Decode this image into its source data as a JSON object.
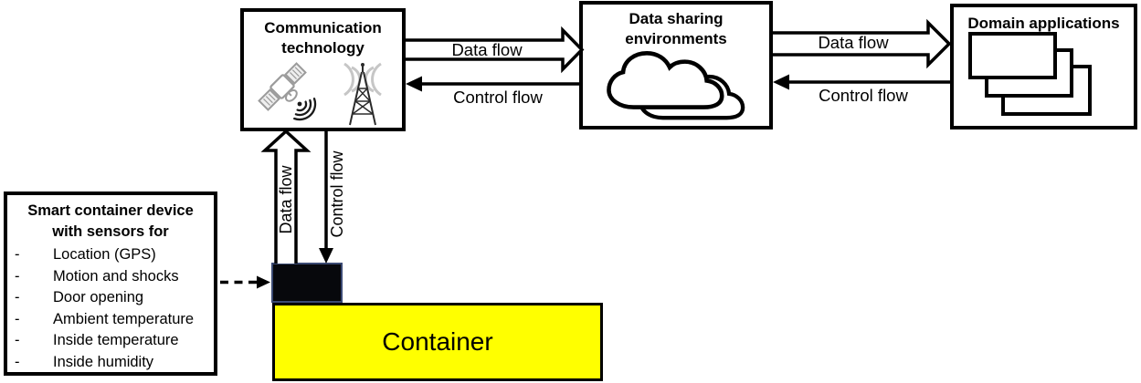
{
  "diagram": {
    "communication": {
      "title": "Communication technology"
    },
    "data_sharing": {
      "title": "Data sharing environments"
    },
    "domain_applications": {
      "title": "Domain applications"
    },
    "smart_device": {
      "title": "Smart container device with sensors for",
      "bullet": "-",
      "sensors": [
        "Location (GPS)",
        "Motion and shocks",
        "Door opening",
        "Ambient temperature",
        "Inside temperature",
        "Inside humidity"
      ]
    },
    "container": {
      "label": "Container"
    },
    "labels": {
      "data_flow": "Data flow",
      "control_flow": "Control flow"
    },
    "icons": {
      "communication": [
        "satellite-icon",
        "signal-waves-icon",
        "radio-tower-icon"
      ],
      "data_sharing": [
        "cloud-icon"
      ],
      "domain_applications": [
        "windows-stack-icon"
      ]
    },
    "colors": {
      "container_fill": "#FFFF00",
      "device_fill": "#07080C",
      "device_border": "#3B4A73",
      "line": "#000000",
      "icon_gray": "#9B9B9B",
      "icon_light_gray": "#C6C6C6"
    }
  }
}
